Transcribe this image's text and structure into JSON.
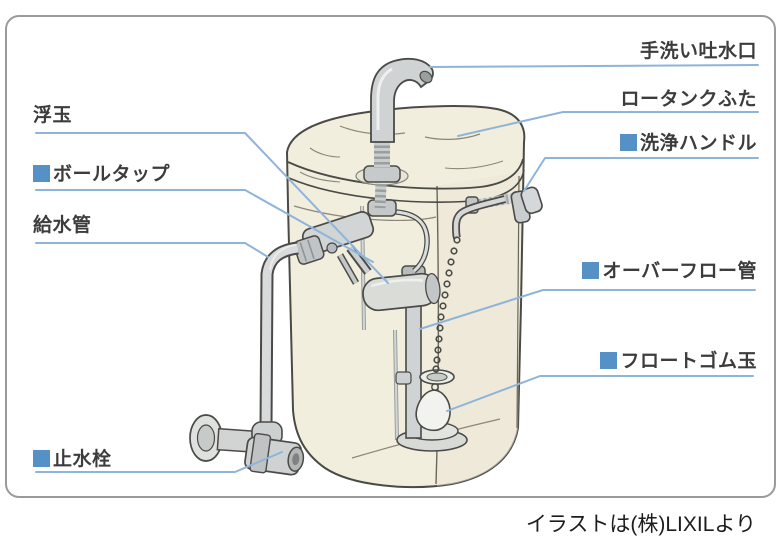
{
  "frame": {
    "border_color": "#9a9a9a"
  },
  "palette": {
    "leader_line": "#8fb4da",
    "label_marker": "#5590c6",
    "label_text": "#3c3c3c",
    "tank_fill": "#f2eede",
    "outline": "#4a4a46",
    "metal_fill": "#d6d8d8",
    "background": "#ffffff"
  },
  "labels": [
    {
      "id": "ukidama",
      "text": "浮玉",
      "marker": false,
      "target": "float-ball"
    },
    {
      "id": "balltap",
      "text": "ボールタップ",
      "marker": true,
      "target": "ball-tap-valve"
    },
    {
      "id": "kyusui",
      "text": "給水管",
      "marker": false,
      "target": "supply-pipe"
    },
    {
      "id": "shisui",
      "text": "止水栓",
      "marker": true,
      "target": "stop-valve"
    },
    {
      "id": "tearai",
      "text": "手洗い吐水口",
      "marker": false,
      "target": "handwash-spout"
    },
    {
      "id": "futa",
      "text": "ロータンクふた",
      "marker": false,
      "target": "tank-lid"
    },
    {
      "id": "handle",
      "text": "洗浄ハンドル",
      "marker": true,
      "target": "flush-handle"
    },
    {
      "id": "overflow",
      "text": "オーバーフロー管",
      "marker": true,
      "target": "overflow-pipe"
    },
    {
      "id": "gomu",
      "text": "フロートゴム玉",
      "marker": true,
      "target": "float-rubber-ball"
    }
  ],
  "credit": "イラストは(株)LIXILより"
}
